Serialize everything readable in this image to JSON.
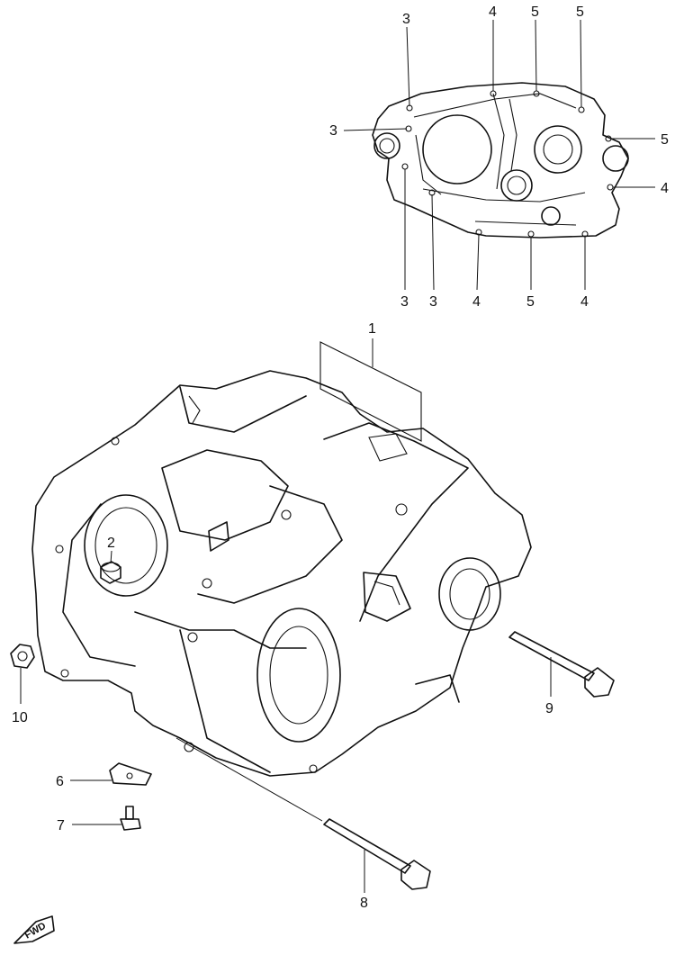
{
  "callouts": {
    "c1": "1",
    "c2": "2",
    "c3a": "3",
    "c3b": "3",
    "c3c": "3",
    "c3d": "3",
    "c4a": "4",
    "c4b": "4",
    "c4c": "4",
    "c4d": "4",
    "c5a": "5",
    "c5b": "5",
    "c5c": "5",
    "c5d": "5",
    "c6": "6",
    "c7": "7",
    "c8": "8",
    "c9": "9",
    "c10": "10"
  },
  "fwd_label": "FWD"
}
